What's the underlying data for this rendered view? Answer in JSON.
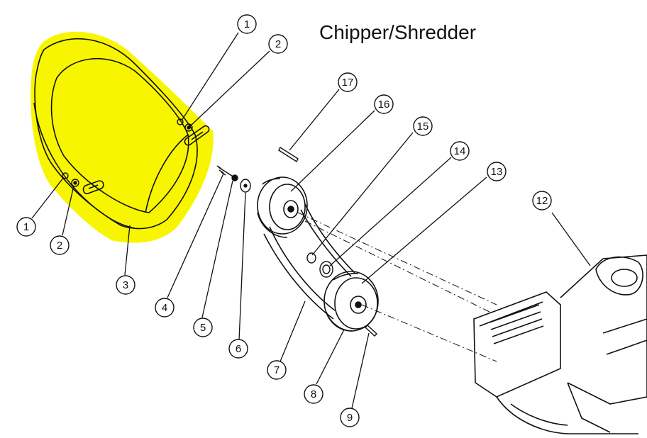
{
  "title": "Chipper/Shredder",
  "highlight_color": "#f7f500",
  "line_color": "#111111",
  "callouts": [
    {
      "id": "c1a",
      "label": "1"
    },
    {
      "id": "c2a",
      "label": "2"
    },
    {
      "id": "c1b",
      "label": "1"
    },
    {
      "id": "c2b",
      "label": "2"
    },
    {
      "id": "c3",
      "label": "3"
    },
    {
      "id": "c4",
      "label": "4"
    },
    {
      "id": "c5",
      "label": "5"
    },
    {
      "id": "c6",
      "label": "6"
    },
    {
      "id": "c7",
      "label": "7"
    },
    {
      "id": "c8",
      "label": "8"
    },
    {
      "id": "c9",
      "label": "9"
    },
    {
      "id": "c12",
      "label": "12"
    },
    {
      "id": "c13",
      "label": "13"
    },
    {
      "id": "c14",
      "label": "14"
    },
    {
      "id": "c15",
      "label": "15"
    },
    {
      "id": "c16",
      "label": "16"
    },
    {
      "id": "c17",
      "label": "17"
    }
  ]
}
